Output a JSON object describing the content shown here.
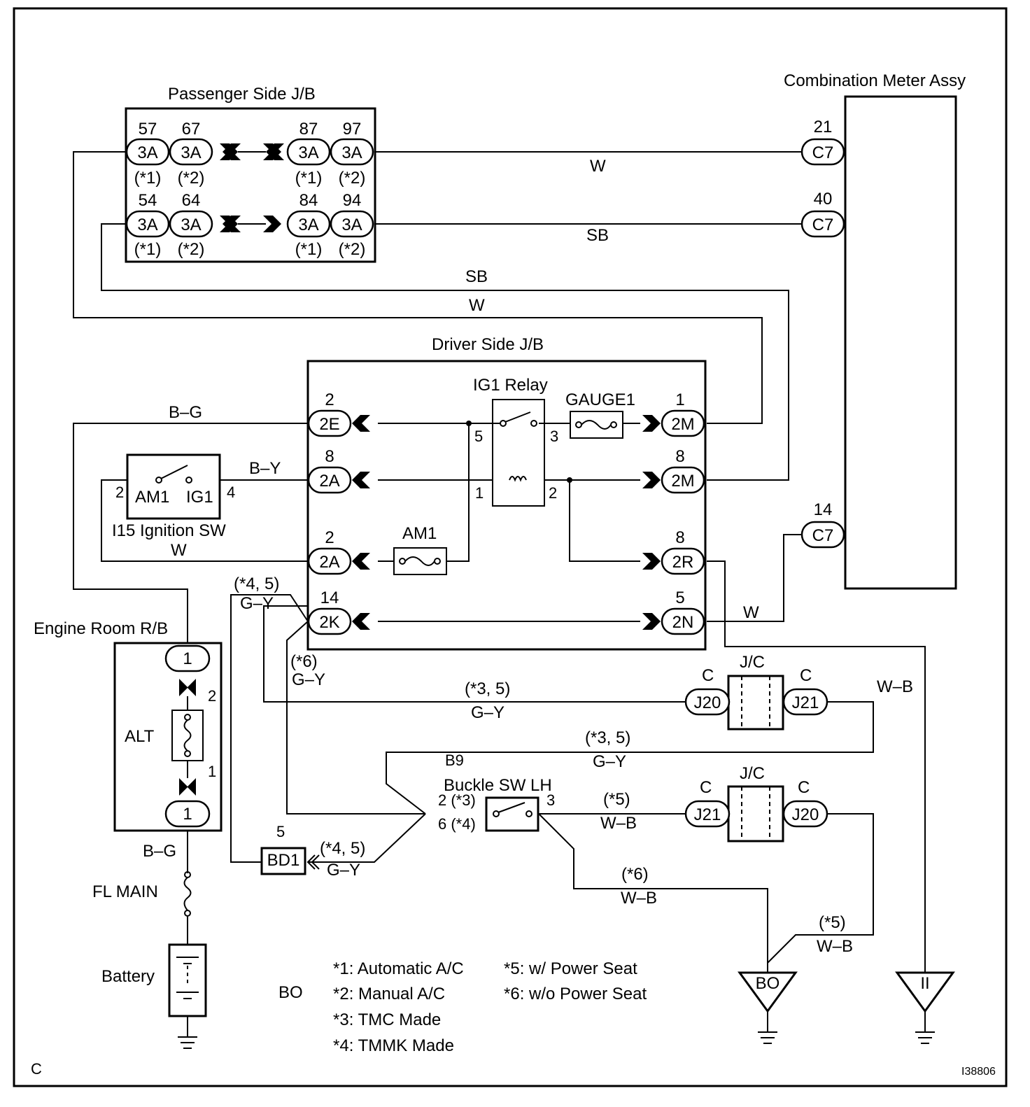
{
  "drawing_id": "I38806",
  "corner_letter": "C",
  "components": {
    "passenger_jb": "Passenger Side J/B",
    "driver_jb": "Driver Side J/B",
    "combination_meter": "Combination Meter Assy",
    "engine_room_rb": "Engine Room R/B",
    "ig1_relay": "IG1 Relay",
    "gauge1": "GAUGE1",
    "am1_fuse": "AM1",
    "ignition_sw": "I15 Ignition SW",
    "ign_am1": "AM1",
    "ign_ig1": "IG1",
    "alt": "ALT",
    "fl_main": "FL MAIN",
    "battery": "Battery",
    "buckle_sw": "Buckle SW LH",
    "jc": "J/C",
    "bd1": "BD1",
    "b9": "B9",
    "bo_label": "BO"
  },
  "grounds": [
    "BO",
    "II"
  ],
  "passenger_connectors": {
    "top": [
      {
        "pin": "57",
        "name": "3A",
        "note": "(*1)"
      },
      {
        "pin": "67",
        "name": "3A",
        "note": "(*2)"
      },
      {
        "pin": "87",
        "name": "3A",
        "note": "(*1)"
      },
      {
        "pin": "97",
        "name": "3A",
        "note": "(*2)"
      }
    ],
    "bottom": [
      {
        "pin": "54",
        "name": "3A",
        "note": "(*1)"
      },
      {
        "pin": "64",
        "name": "3A",
        "note": "(*2)"
      },
      {
        "pin": "84",
        "name": "3A",
        "note": "(*1)"
      },
      {
        "pin": "94",
        "name": "3A",
        "note": "(*2)"
      }
    ]
  },
  "meter_connectors": [
    {
      "pin": "21",
      "name": "C7"
    },
    {
      "pin": "40",
      "name": "C7"
    },
    {
      "pin": "14",
      "name": "C7"
    }
  ],
  "driver_connectors_left": [
    {
      "pin": "2",
      "name": "2E"
    },
    {
      "pin": "8",
      "name": "2A"
    },
    {
      "pin": "2",
      "name": "2A"
    },
    {
      "pin": "14",
      "name": "2K"
    }
  ],
  "driver_connectors_right": [
    {
      "pin": "1",
      "name": "2M"
    },
    {
      "pin": "8",
      "name": "2M"
    },
    {
      "pin": "8",
      "name": "2R"
    },
    {
      "pin": "5",
      "name": "2N"
    }
  ],
  "relay_pins": [
    "5",
    "3",
    "1",
    "2"
  ],
  "ignition_pins": [
    "2",
    "4"
  ],
  "alt_pins": [
    "2",
    "1"
  ],
  "rb_connector": "1",
  "jc_connectors": {
    "top": [
      {
        "name": "J20",
        "letter": "C"
      },
      {
        "name": "J21",
        "letter": "C"
      }
    ],
    "bottom": [
      {
        "name": "J21",
        "letter": "C"
      },
      {
        "name": "J20",
        "letter": "C"
      }
    ]
  },
  "buckle_pins": [
    "2 (*3)",
    "6 (*4)",
    "3"
  ],
  "bd1_pin": "5",
  "wires": {
    "w_top": "W",
    "sb_top": "SB",
    "sb_mid": "SB",
    "w_mid": "W",
    "bg_top": "B–G",
    "by": "B–Y",
    "w_ign": "W",
    "w_2n": "W",
    "gy_45_note": "(*4, 5)",
    "gy_45": "G–Y",
    "gy_6_note": "(*6)",
    "gy_6": "G–Y",
    "gy_35a_note": "(*3, 5)",
    "gy_35a": "G–Y",
    "gy_35b_note": "(*3, 5)",
    "gy_35b": "G–Y",
    "wb_5_note": "(*5)",
    "wb_5": "W–B",
    "wb_6_note": "(*6)",
    "wb_6": "W–B",
    "wb_5b_note": "(*5)",
    "wb_5b": "W–B",
    "wb_right": "W–B",
    "bd1_note": "(*4, 5)",
    "bd1_wire": "G–Y",
    "bg_bottom": "B–G"
  },
  "legend": [
    "*1: Automatic A/C",
    "*2: Manual A/C",
    "*3: TMC Made",
    "*4: TMMK Made",
    "*5: w/ Power Seat",
    "*6: w/o Power Seat"
  ]
}
